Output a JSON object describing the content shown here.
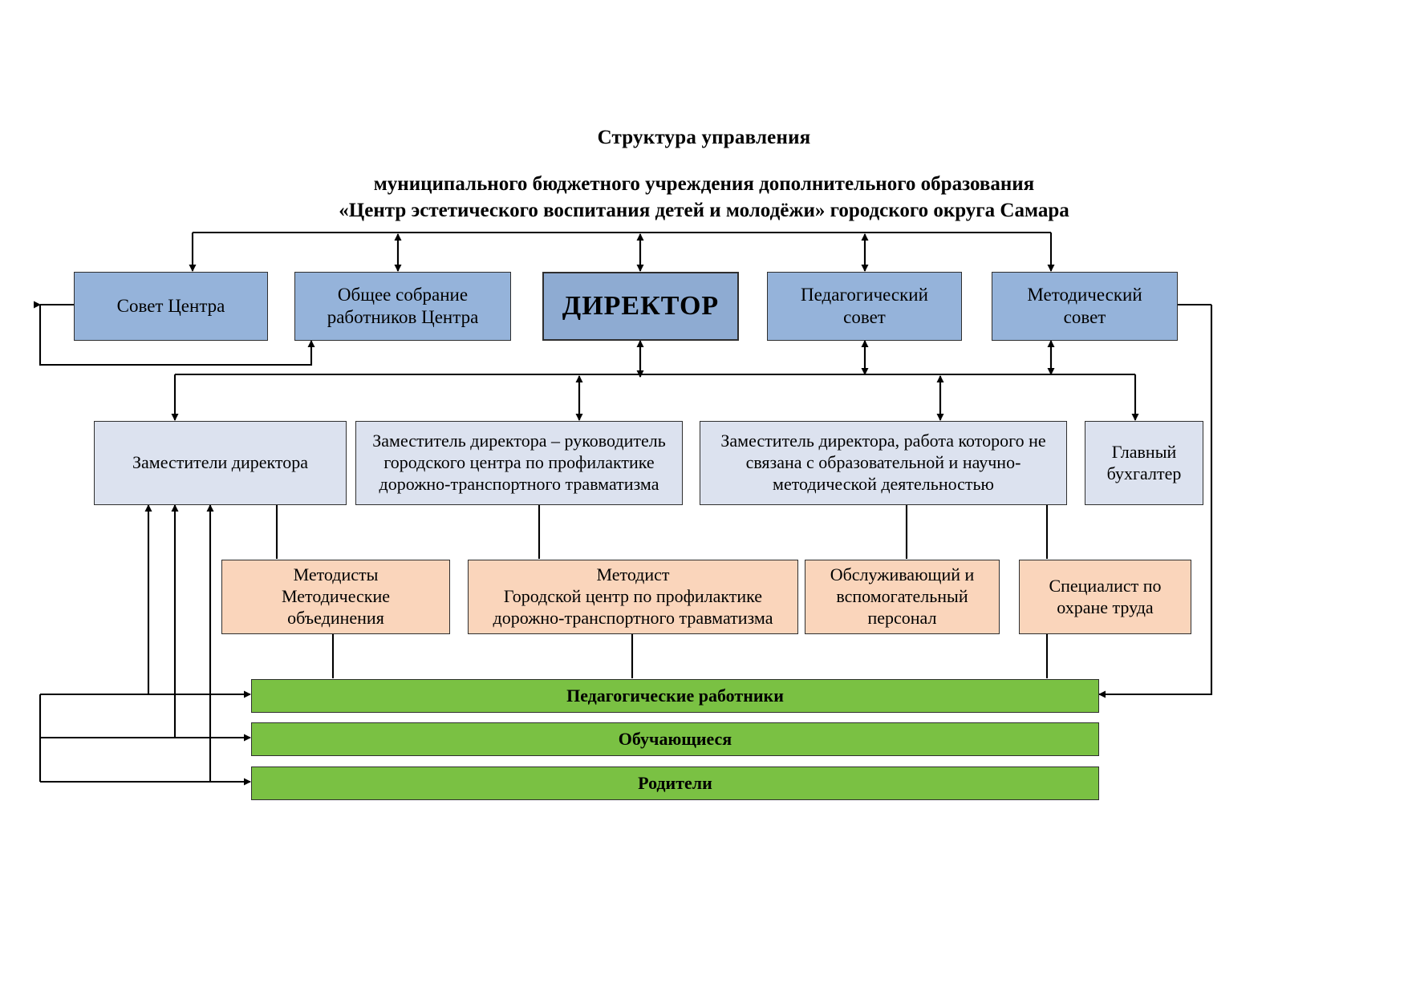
{
  "title": {
    "line1": "Структура управления",
    "line2": "муниципального бюджетного учреждения дополнительного образования",
    "line3": "«Центр эстетического воспитания детей и молодёжи» городского округа Самара"
  },
  "colors": {
    "blue": "#95b3da",
    "lavender": "#dce2ef",
    "orange": "#fad5bb",
    "green": "#7ac143",
    "stroke": "#2f2f2f"
  },
  "nodes": {
    "sovet_centra": "Совет Центра",
    "obshchee_sobranie": "Общее собрание\nработников Центра",
    "director": "ДИРЕКТОР",
    "pedagogicheskiy_sovet": "Педагогический\nсовет",
    "metodicheskiy_sovet": "Методический\nсовет",
    "zamestiteli_direktora": "Заместители директора",
    "zam_dtp": "Заместитель директора – руководитель\nгородского центра по профилактике\nдорожно-транспортного травматизма",
    "zam_nepedagog": "Заместитель директора, работа которого не\nсвязана с образовательной и научно-\nметодической деятельностью",
    "glavny_buhgalter": "Главный\nбухгалтер",
    "metodisty": "Методисты\nМетодические\nобъединения",
    "metodist_dtp": "Методист\nГородской центр по профилактике\nдорожно-транспортного травматизма",
    "obsluzhivayushchiy": "Обслуживающий и\nвспомогательный\nперсонал",
    "specialist_ot": "Специалист по\nохране труда",
    "pedagogicheskie_rabotniki": "Педагогические работники",
    "obuchayushchiesya": "Обучающиеся",
    "roditeli": "Родители"
  }
}
